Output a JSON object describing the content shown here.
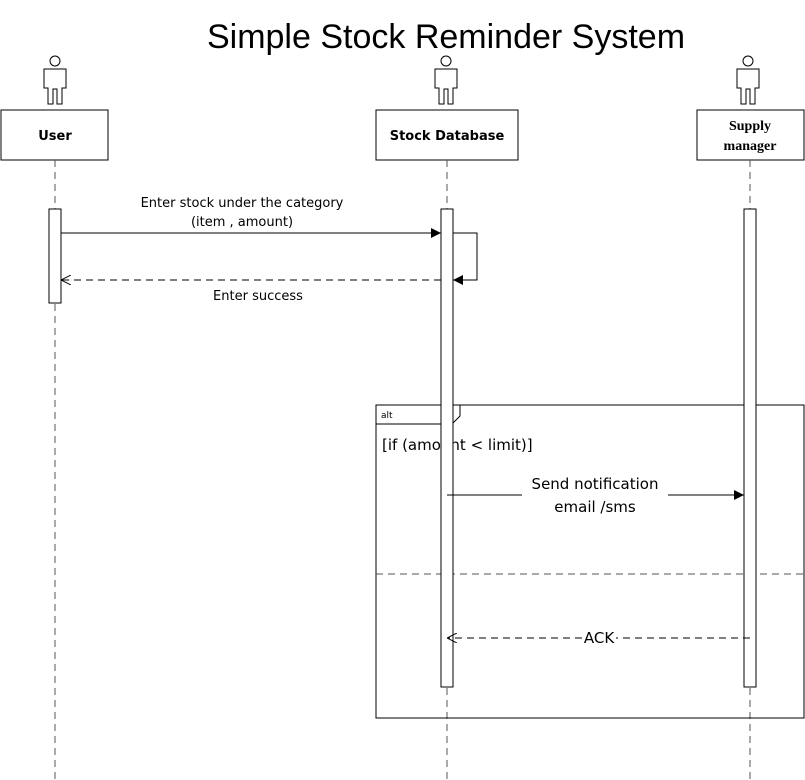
{
  "diagram": {
    "title": "Simple Stock Reminder System",
    "participants": {
      "user": {
        "label": "User",
        "icon": "actor-icon"
      },
      "stock_db": {
        "label": "Stock Database",
        "icon": "actor-icon"
      },
      "supply_manager": {
        "label_line1": "Supply",
        "label_line2": "manager",
        "icon": "actor-icon"
      }
    },
    "messages": {
      "enter_stock": {
        "line1": "Enter stock under the category",
        "line2": "(item , amount)"
      },
      "enter_success": {
        "label": "Enter success"
      },
      "send_notification": {
        "line1": "Send notification",
        "line2": "email /sms"
      },
      "ack": {
        "label": "ACK"
      }
    },
    "fragment": {
      "operator": "alt",
      "guard": "[if (amount < limit)]"
    }
  }
}
